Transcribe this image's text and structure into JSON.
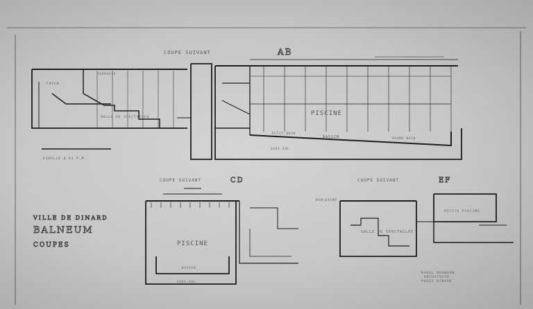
{
  "title_block": {
    "town": "VILLE DE DINARD",
    "project": "BALNEUM",
    "sheet": "COUPES"
  },
  "sections": [
    {
      "heading": "COUPE SUIVANT",
      "letters": "AB"
    },
    {
      "heading": "COUPE SUIVANT",
      "letters": "CD"
    },
    {
      "heading": "COUPE SUIVANT",
      "letters": "EF"
    }
  ],
  "room_labels": {
    "foyer": "FOYER",
    "salle": "SALLE DE SPECTACLES",
    "terrasse": "TERRASSE",
    "piscine_ab": "PISCINE",
    "bassin_ab": "BASSIN",
    "petit_bain": "PETIT BAIN",
    "grand_bain": "GRAND BAIN",
    "sous_sol_ab": "SOUS-SOL",
    "piscine_cd": "PISCINE",
    "bassin_cd": "BASSIN",
    "sous_sol_cd": "SOUS-SOL",
    "salle_ef": "SALLE DE SPECTACLES",
    "boulevard": "BOULEVARD",
    "petite_piscine": "PETITE PISCINE"
  },
  "scale": "ECHELLE 0.01 P.M.",
  "signature": {
    "line1": "RAOUL BRANDON",
    "line2": "ARCHITECTE",
    "line3": "PARIS DINARD"
  },
  "colors": {
    "paper": "#c8c8c8",
    "ink": "#1a1a1a"
  }
}
